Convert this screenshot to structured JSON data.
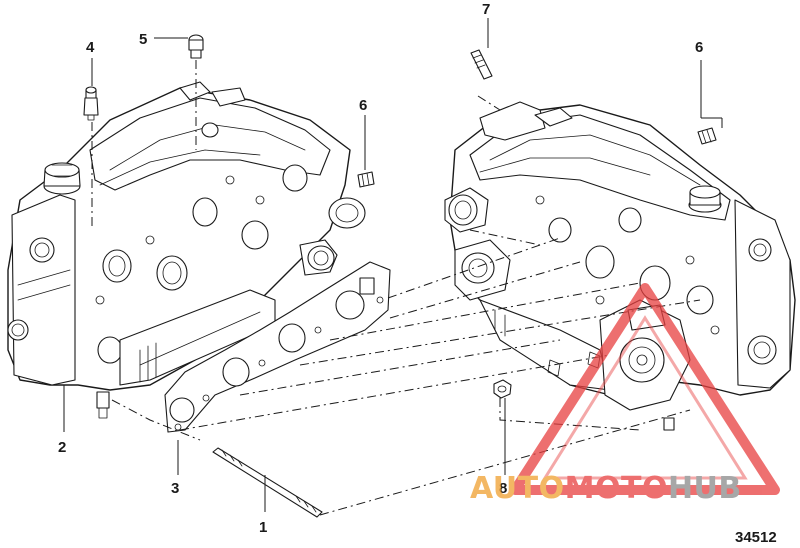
{
  "figure": {
    "reference_number": "34512"
  },
  "callouts": [
    {
      "id": "1",
      "label": "1"
    },
    {
      "id": "2",
      "label": "2"
    },
    {
      "id": "3",
      "label": "3"
    },
    {
      "id": "4",
      "label": "4"
    },
    {
      "id": "5",
      "label": "5"
    },
    {
      "id": "6a",
      "label": "6"
    },
    {
      "id": "6b",
      "label": "6"
    },
    {
      "id": "7",
      "label": "7"
    },
    {
      "id": "8",
      "label": "8"
    }
  ],
  "watermark": {
    "part1": "AUTO",
    "part2": "MOTO",
    "part3": "HUB",
    "color_orange": "#f0a030",
    "color_red": "#e84040",
    "color_gray": "#8a8a8a"
  }
}
